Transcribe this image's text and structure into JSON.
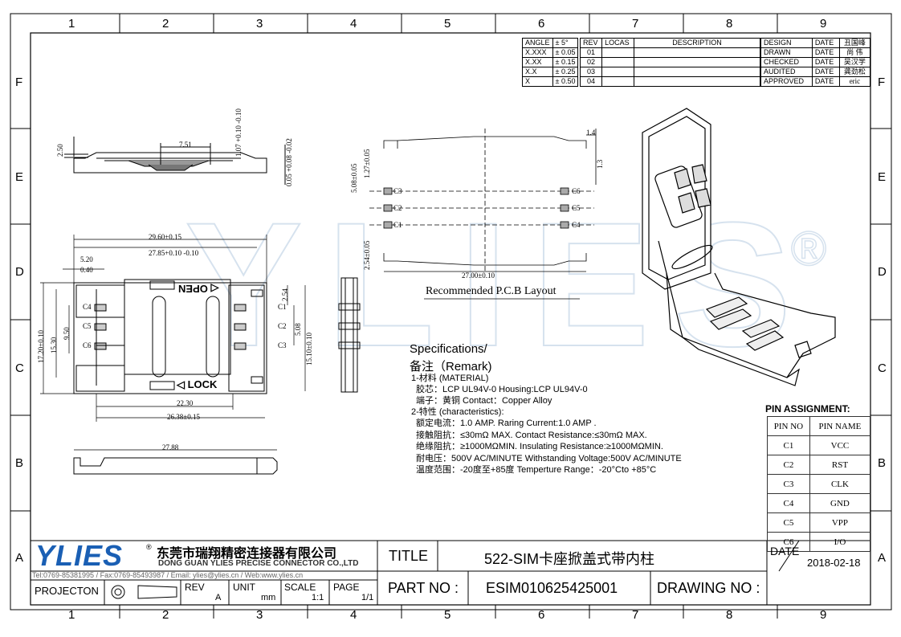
{
  "zones_top": [
    "1",
    "2",
    "3",
    "4",
    "5",
    "6",
    "7",
    "8",
    "9"
  ],
  "zones_side": [
    "F",
    "E",
    "D",
    "C",
    "B",
    "A"
  ],
  "tolerances": [
    {
      "label": "ANGLE",
      "value": "± 5°"
    },
    {
      "label": "X.XXX",
      "value": "± 0.05"
    },
    {
      "label": "X.XX",
      "value": "± 0.15"
    },
    {
      "label": "X.X",
      "value": "± 0.25"
    },
    {
      "label": "X",
      "value": "± 0.50"
    }
  ],
  "revisions": {
    "headers": [
      "REV",
      "LOCAS",
      "DESCRIPTION"
    ],
    "rows": [
      "01",
      "02",
      "03",
      "04"
    ]
  },
  "approvals": [
    {
      "role": "DESIGN",
      "date": "DATE",
      "name": "丑国峰"
    },
    {
      "role": "DRAWN",
      "date": "DATE",
      "name": "尚 伟"
    },
    {
      "role": "CHECKED",
      "date": "DATE",
      "name": "吴汉学"
    },
    {
      "role": "AUDITED",
      "date": "DATE",
      "name": "龚劲松"
    },
    {
      "role": "APPROVED",
      "date": "DATE",
      "name": "eric"
    }
  ],
  "dims": {
    "d250": "2.50",
    "d751": "7.51",
    "d107": "1.07",
    "d107t": "+0.10 -0.10",
    "d005": "0.05",
    "d005t": "+0.08 -0.02",
    "d2960": "29.60±0.15",
    "d2785": "27.85",
    "d2785t": "+0.10 -0.10",
    "d520": "5.20",
    "d040": "0.40",
    "d1720": "17.20±0.10",
    "d1530": "15.30",
    "d950": "9.50",
    "d254": "2.54",
    "d508": "5.08",
    "d1510": "15.10±0.10",
    "d2230": "22.30",
    "d2638": "26.38±0.15",
    "d2788": "27.88",
    "d14": "1.4",
    "d13": "1.3",
    "d508b": "5.08±0.05",
    "d127": "1.27±0.05",
    "d254b": "2.54±0.05",
    "d2700": "27.00±0.10"
  },
  "contacts_left": [
    "C4",
    "C5",
    "C6"
  ],
  "contacts_right": [
    "C1",
    "C2",
    "C3"
  ],
  "pcb_left": [
    "C3",
    "C2",
    "C1"
  ],
  "pcb_right": [
    "C6",
    "C5",
    "C4"
  ],
  "labels": {
    "open": "OPEN",
    "lock": "LOCK",
    "pcb_layout": "Recommended P.C.B Layout",
    "watermark": "YLIES",
    "reg": "®"
  },
  "spec": {
    "title1": "Specifications/",
    "title2": "备注（Remark)",
    "lines": [
      "1-材料 (MATERIAL)",
      "胶芯：LCP UL94V-0   Housing:LCP  UL94V-0",
      "端子：黄铜   Contact：Copper Alloy",
      "2-特性 (characteristics):",
      "额定电流：1.0 AMP.              Raring Current:1.0 AMP .",
      "接触阻抗：≤30mΩ MAX.     Contact Resistance:≤30mΩ MAX.",
      "绝缘阻抗：≥1000MΩMIN.   Insulating Resistance:≥1000MΩMIN.",
      "耐电压：500V AC/MINUTE   Withstanding Voltage:500V AC/MINUTE",
      "温度范围：-20度至+85度       Temperture Range：-20°Cto +85°C"
    ]
  },
  "pin_assignment": {
    "title": "PIN ASSIGNMENT:",
    "headers": [
      "PIN NO",
      "PIN NAME"
    ],
    "rows": [
      [
        "C1",
        "VCC"
      ],
      [
        "C2",
        "RST"
      ],
      [
        "C3",
        "CLK"
      ],
      [
        "C4",
        "GND"
      ],
      [
        "C5",
        "VPP"
      ],
      [
        "C6",
        "I/O"
      ]
    ]
  },
  "title_block": {
    "logo": "YLIES",
    "company_cn": "东莞市瑞翔精密连接器有限公司",
    "company_en": "DONG GUAN YLIES PRECISE CONNECTOR CO.,LTD",
    "contact": "Tel:0769-85381995 / Fax:0769-85493987 / Email: ylies@ylies.cn / Web:www.ylies.cn",
    "title_label": "TITLE",
    "title_value": "522-SIM卡座掀盖式带内柱",
    "date_label": "DATE",
    "date_value": "2018-02-18",
    "projection_label": "PROJECTON",
    "rev_label": "REV",
    "rev_value": "A",
    "unit_label": "UNIT",
    "unit_value": "mm",
    "scale_label": "SCALE",
    "scale_value": "1:1",
    "page_label": "PAGE",
    "page_value": "1/1",
    "part_label": "PART NO :",
    "part_value": "ESIM010625425001",
    "drawing_label": "DRAWING NO :",
    "brand_color": "#1a5fb4"
  }
}
